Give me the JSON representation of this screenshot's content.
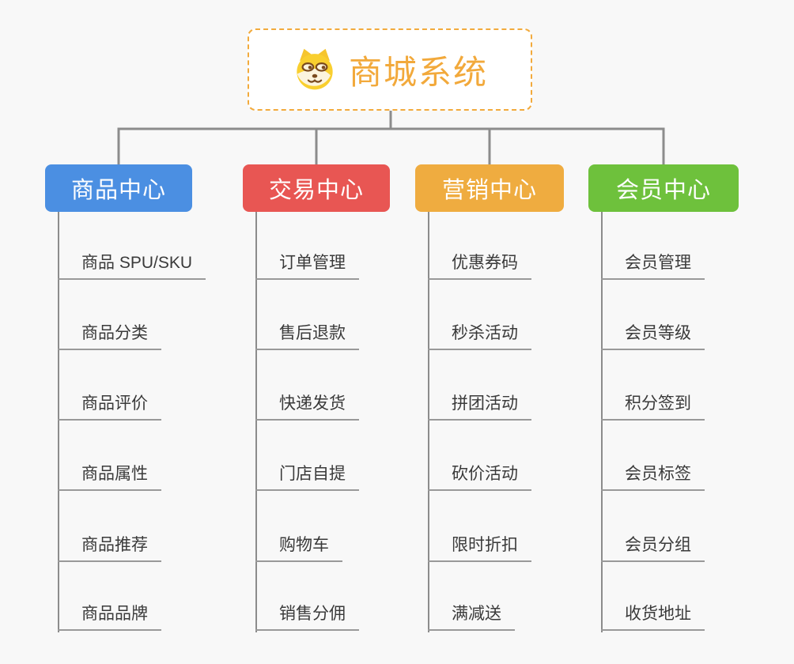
{
  "root": {
    "title": "商城系统",
    "icon": "doge-icon",
    "border_color": "#f2aa3c",
    "title_color": "#f2a93b"
  },
  "branches": [
    {
      "label": "商品中心",
      "color": "#4b8fe2",
      "items": [
        "商品 SPU/SKU",
        "商品分类",
        "商品评价",
        "商品属性",
        "商品推荐",
        "商品品牌"
      ]
    },
    {
      "label": "交易中心",
      "color": "#e85653",
      "items": [
        "订单管理",
        "售后退款",
        "快递发货",
        "门店自提",
        "购物车",
        "销售分佣"
      ]
    },
    {
      "label": "营销中心",
      "color": "#efac40",
      "items": [
        "优惠券码",
        "秒杀活动",
        "拼团活动",
        "砍价活动",
        "限时折扣",
        "满减送"
      ]
    },
    {
      "label": "会员中心",
      "color": "#6ec13c",
      "items": [
        "会员管理",
        "会员等级",
        "积分签到",
        "会员标签",
        "会员分组",
        "收货地址"
      ]
    }
  ],
  "colors": {
    "background": "#f8f8f8",
    "connector": "#8c8c8c",
    "underline": "#999999",
    "item_text": "#3a3a3a"
  }
}
